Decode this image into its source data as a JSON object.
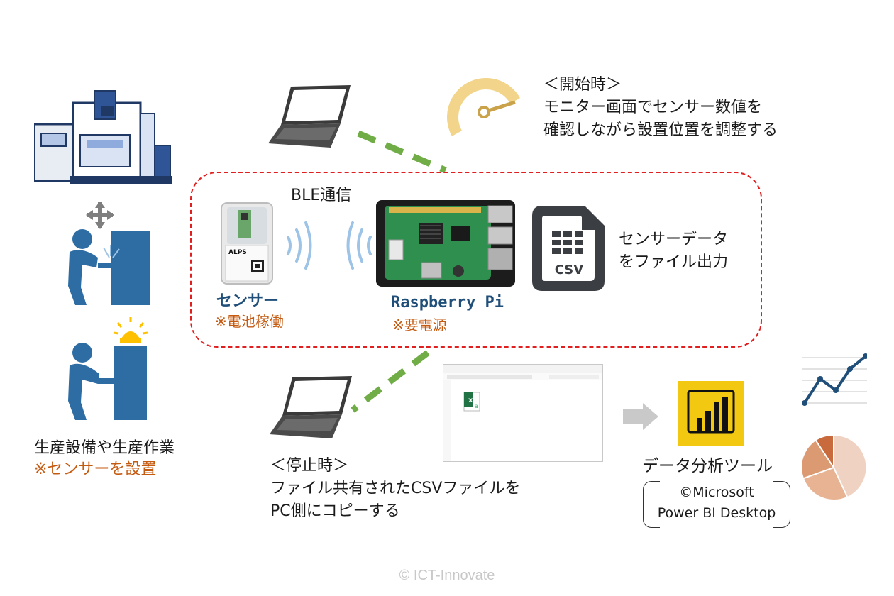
{
  "start_note": {
    "title": "＜開始時＞",
    "line1": "モニター画面でセンサー数値を",
    "line2": "確認しながら設置位置を調整する"
  },
  "stop_note": {
    "title": "＜停止時＞",
    "line1": "ファイル共有されたCSVファイルを",
    "line2": "PC側にコピーする"
  },
  "ble_label": "BLE通信",
  "sensor": {
    "name": "センサー",
    "note": "※電池稼働",
    "brand": "ALPS"
  },
  "raspberry": {
    "name": "Raspberry Pi",
    "note": "※要電源"
  },
  "csv_icon_label": "CSV",
  "csv_output": {
    "line1": "センサーデータ",
    "line2": "をファイル出力"
  },
  "left_caption": {
    "line1": "生産設備や生産作業",
    "line2": "※センサーを設置"
  },
  "analysis_tool": {
    "title": "データ分析ツール",
    "copyright": "©Microsoft",
    "product": "Power BI Desktop"
  },
  "watermark": "© ICT-Innovate",
  "colors": {
    "dashed_link": "#70ad47",
    "frame": "#e02020",
    "note": "#c55a11",
    "powerbi": "#f2c811",
    "icon_blue": "#2e6da4"
  }
}
